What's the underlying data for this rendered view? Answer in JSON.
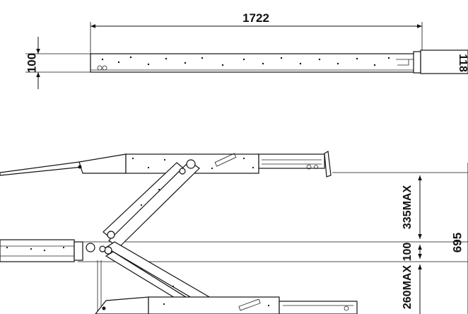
{
  "dimensions": {
    "overall_length": "1722",
    "platform_height": "100",
    "platform_height_right": "118",
    "lift_upper": "335MAX",
    "lift_middle": "100",
    "lift_lower": "260MAX",
    "total_height": "695"
  },
  "colors": {
    "line": "#111111",
    "background": "#ffffff"
  }
}
